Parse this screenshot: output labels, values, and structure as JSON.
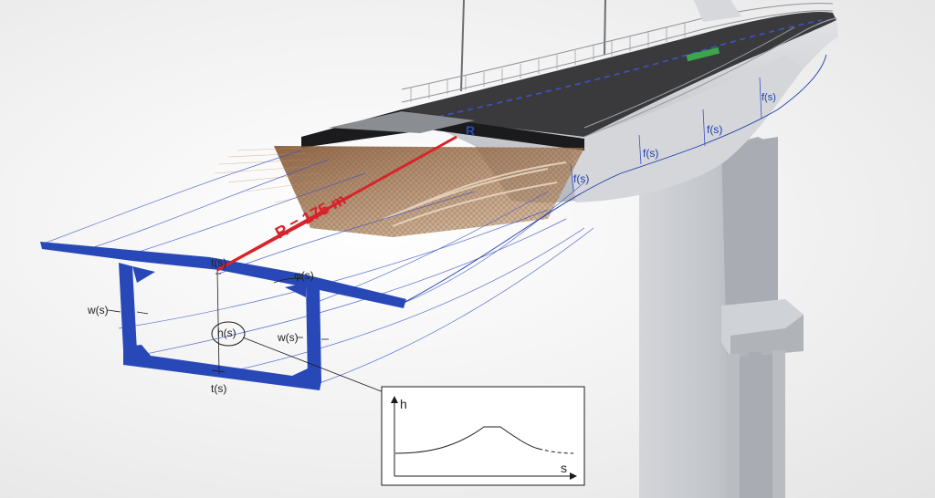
{
  "labels": {
    "radius": "R = 175 m",
    "thickness_top": "t(s)",
    "thickness_bottom": "t(s)",
    "web_left": "w(s)",
    "web_right": "w(s)",
    "height": "h(s)",
    "angle": "φ(s)",
    "flange_1": "f(s)",
    "flange_2": "f(s)",
    "flange_3": "f(s)",
    "flange_4": "f(s)",
    "road_marker": "R"
  },
  "inset_plot": {
    "y_axis_label": "h",
    "x_axis_label": "s"
  },
  "colors": {
    "section_blue": "#2848b8",
    "radius_red": "#d8232a",
    "concrete": "#c9ccd1",
    "asphalt": "#3a3a3c",
    "rebar": "#b8865c"
  }
}
